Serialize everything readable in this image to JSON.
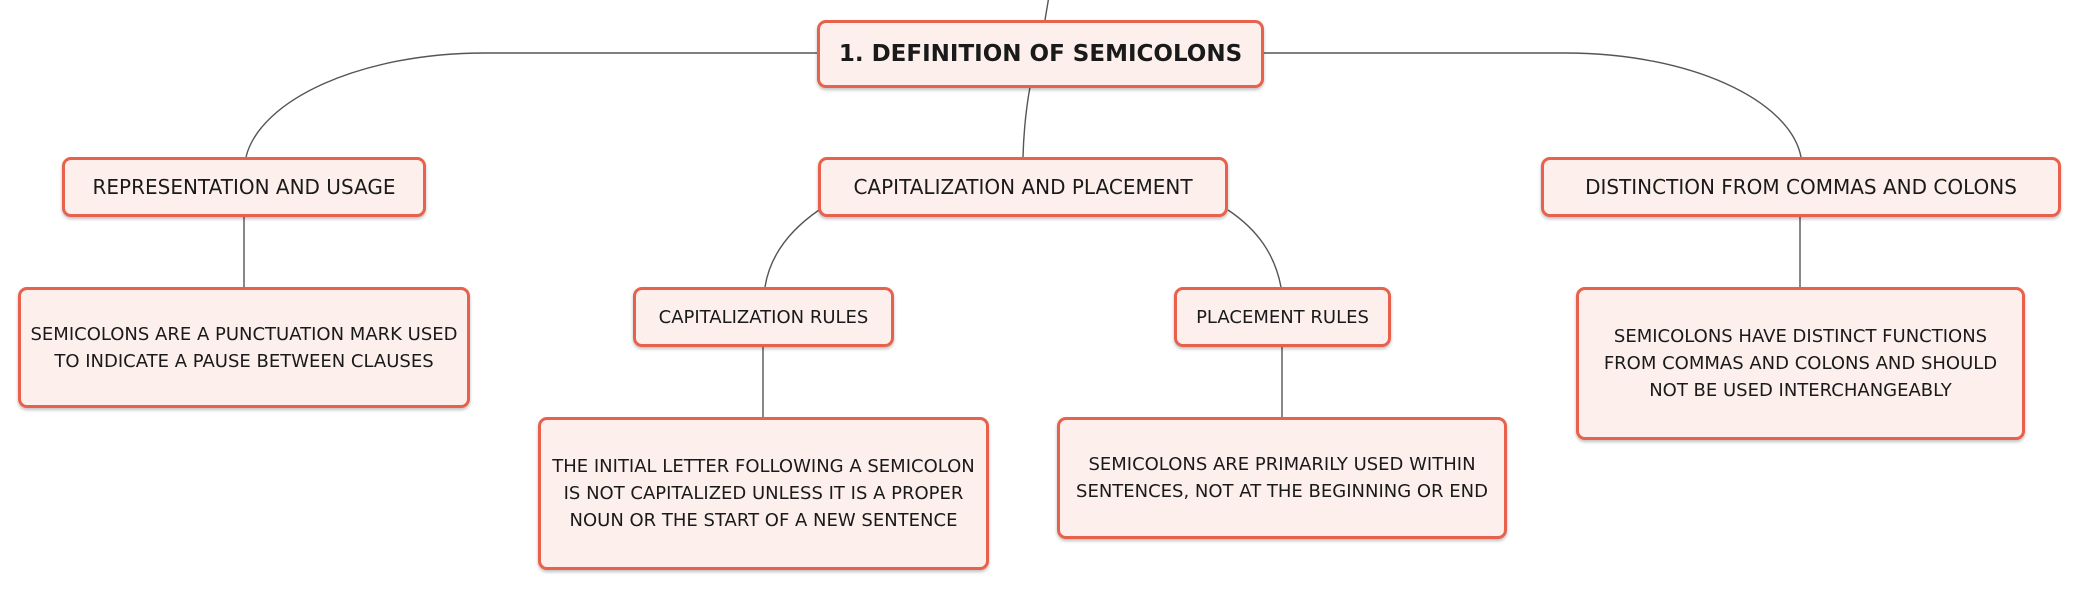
{
  "diagram": {
    "root": {
      "label": "1. DEFINITION OF SEMICOLONS"
    },
    "topics": [
      {
        "label": "REPRESENTATION AND USAGE",
        "detail": "SEMICOLONS ARE A PUNCTUATION MARK USED TO INDICATE A PAUSE BETWEEN CLAUSES"
      },
      {
        "label": "CAPITALIZATION AND PLACEMENT",
        "subtopics": [
          {
            "label": "CAPITALIZATION RULES",
            "detail": "THE INITIAL LETTER FOLLOWING A SEMICOLON IS NOT CAPITALIZED UNLESS IT IS A PROPER NOUN OR THE START OF A NEW SENTENCE"
          },
          {
            "label": "PLACEMENT RULES",
            "detail": "SEMICOLONS ARE PRIMARILY USED WITHIN SENTENCES, NOT AT THE BEGINNING OR END"
          }
        ]
      },
      {
        "label": "DISTINCTION FROM COMMAS AND COLONS",
        "detail": "SEMICOLONS HAVE DISTINCT FUNCTIONS FROM COMMAS AND COLONS AND SHOULD NOT BE USED INTERCHANGEABLY"
      }
    ],
    "colors": {
      "node_border": "#e8614d",
      "node_fill": "#fdf0ec",
      "connector": "#555555"
    }
  }
}
